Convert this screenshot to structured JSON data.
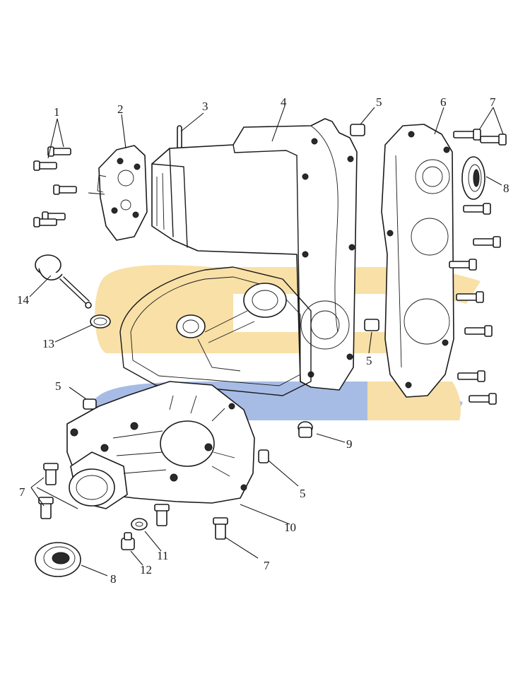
{
  "colors": {
    "watermark_yellow": "#f6d58a",
    "watermark_blue": "#8aa6dc",
    "linework": "#1a1a1a",
    "background": "#ffffff"
  },
  "callouts": [
    {
      "id": "c1",
      "text": "1"
    },
    {
      "id": "c2",
      "text": "2"
    },
    {
      "id": "c3",
      "text": "3"
    },
    {
      "id": "c4",
      "text": "4"
    },
    {
      "id": "c5a",
      "text": "5"
    },
    {
      "id": "c6",
      "text": "6"
    },
    {
      "id": "c7a",
      "text": "7"
    },
    {
      "id": "c8a",
      "text": "8"
    },
    {
      "id": "c14",
      "text": "14"
    },
    {
      "id": "c13",
      "text": "13"
    },
    {
      "id": "c5b",
      "text": "5"
    },
    {
      "id": "c5c",
      "text": "5"
    },
    {
      "id": "c9",
      "text": "9"
    },
    {
      "id": "c5d",
      "text": "5"
    },
    {
      "id": "c7b",
      "text": "7"
    },
    {
      "id": "c10",
      "text": "10"
    },
    {
      "id": "c11",
      "text": "11"
    },
    {
      "id": "c7c",
      "text": "7"
    },
    {
      "id": "c12",
      "text": "12"
    },
    {
      "id": "c8b",
      "text": "8"
    }
  ]
}
